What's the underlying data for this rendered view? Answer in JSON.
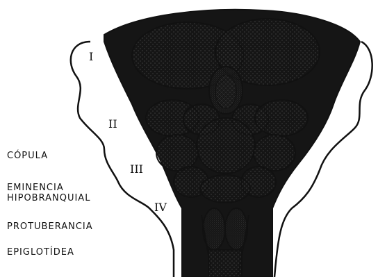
{
  "labels": {
    "copula": "CÓPULA",
    "eminencia_line1": "EMINENCIA",
    "eminencia_line2": "HIPOBRANQUIAL",
    "protuberancia": "PROTUBERANCIA",
    "epiglotidea": "EPIGLOTÍDEA"
  },
  "arches": [
    "I",
    "II",
    "III",
    "IV"
  ],
  "colors": {
    "ink": "#111111",
    "paper": "#ffffff",
    "stipple": "#555555"
  }
}
